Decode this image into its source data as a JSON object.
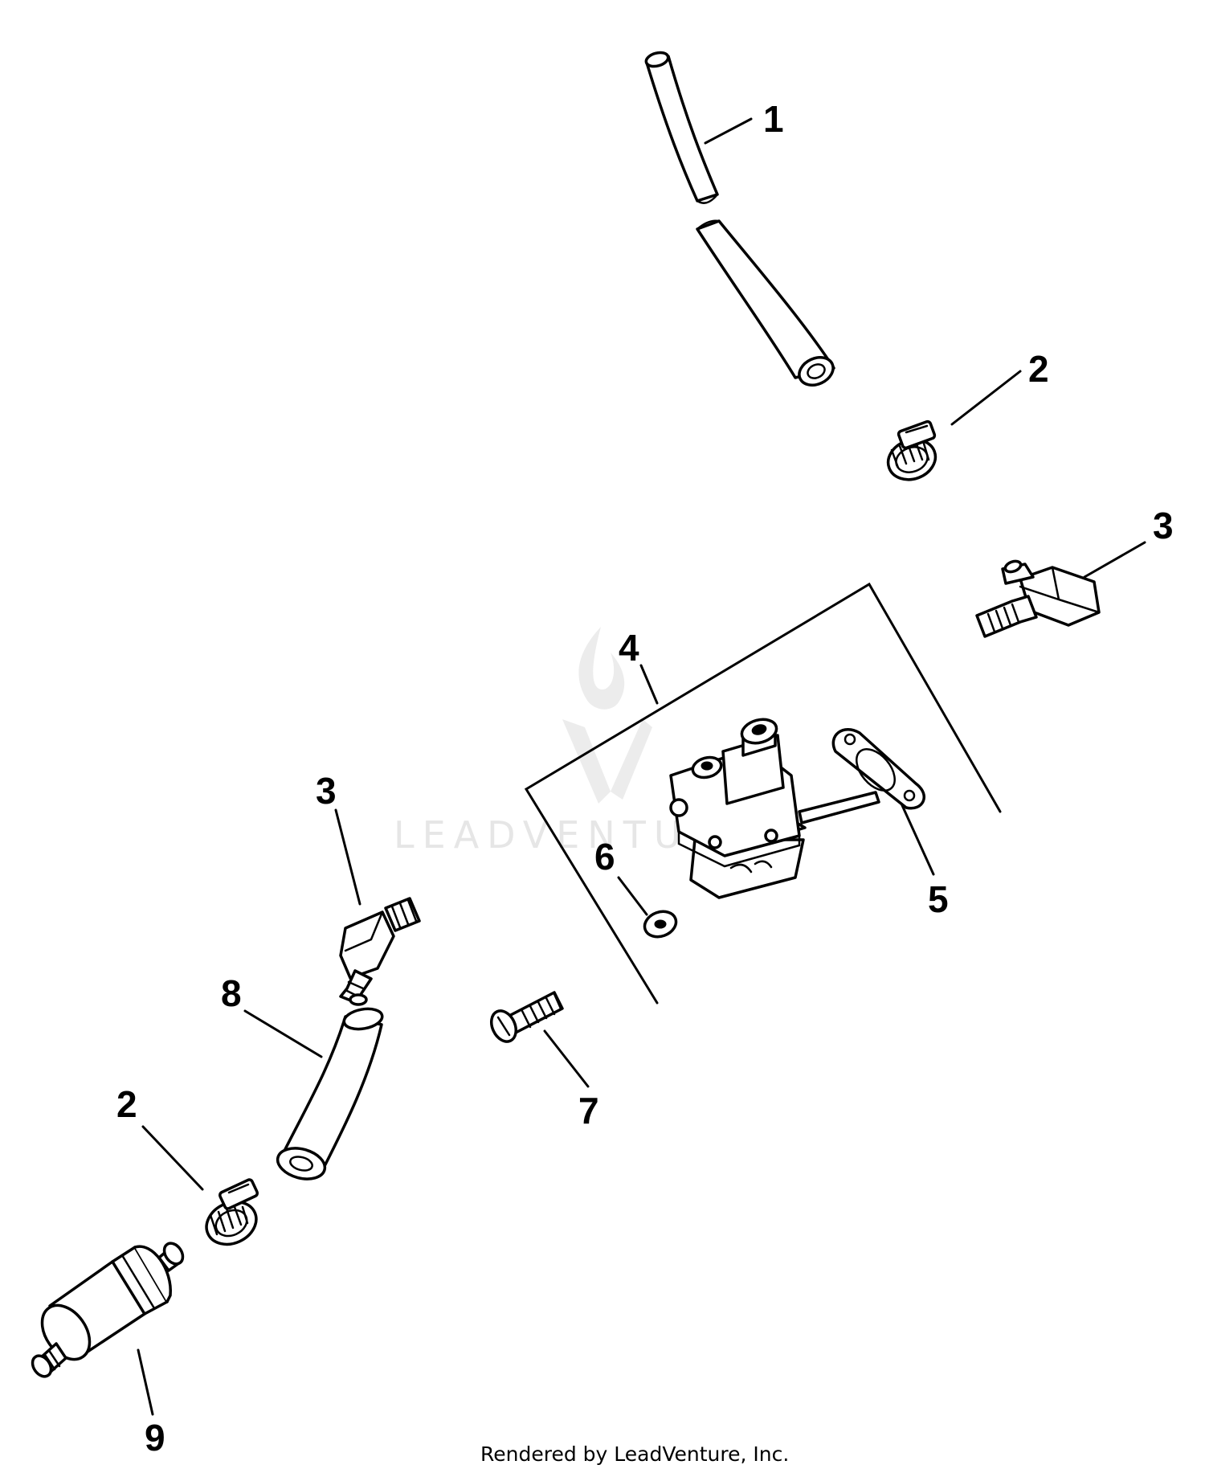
{
  "callouts": {
    "c1": "1",
    "c2a": "2",
    "c3a": "3",
    "c4": "4",
    "c5": "5",
    "c6": "6",
    "c3b": "3",
    "c8": "8",
    "c7": "7",
    "c2b": "2",
    "c9": "9"
  },
  "watermark": {
    "text": "LEADVENTURE"
  },
  "footer": {
    "credit": "Rendered by LeadVenture, Inc."
  }
}
